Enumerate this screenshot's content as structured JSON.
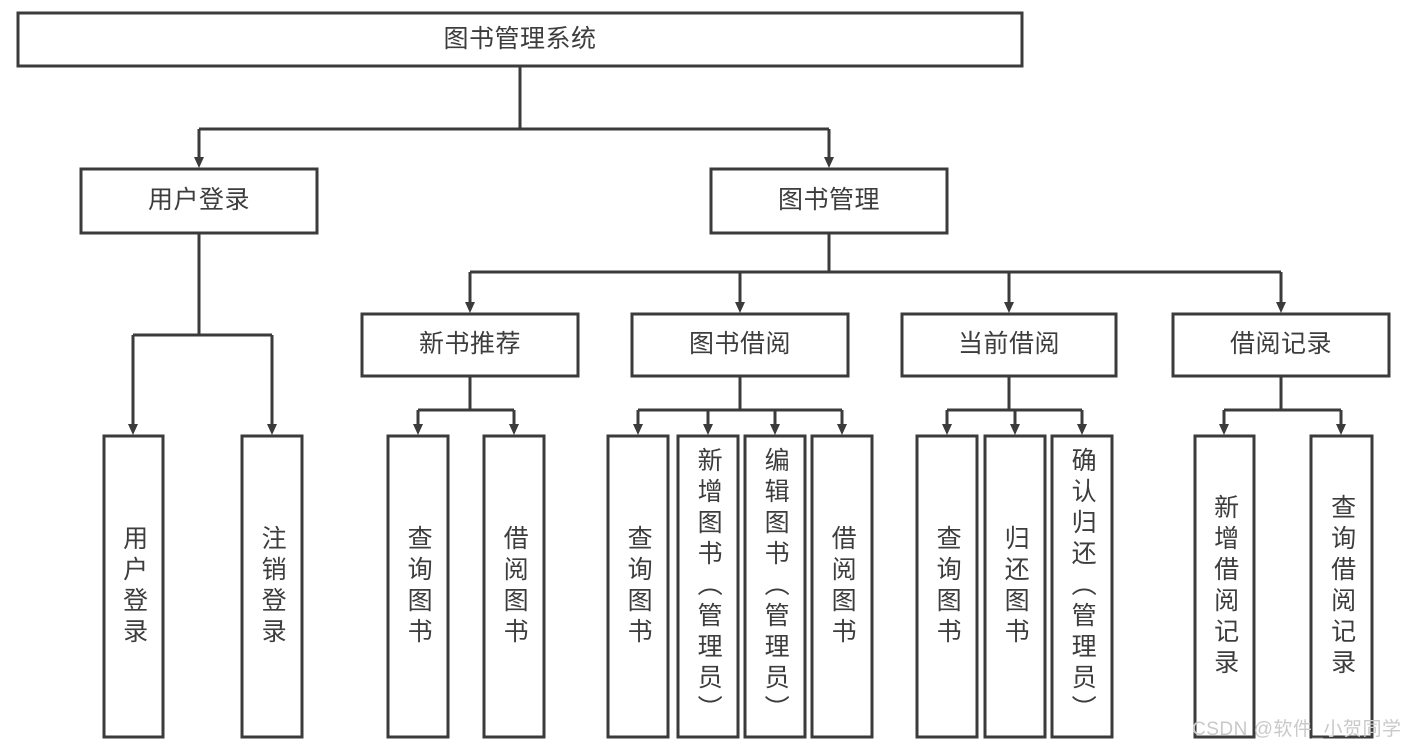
{
  "diagram": {
    "type": "tree-hierarchy",
    "title_node": {
      "id": "root",
      "label": "图书管理系统"
    },
    "level2": [
      {
        "id": "user-login",
        "label": "用户登录"
      },
      {
        "id": "book-management",
        "label": "图书管理"
      }
    ],
    "level3": [
      {
        "id": "new-book-recommend",
        "label": "新书推荐"
      },
      {
        "id": "book-borrow",
        "label": "图书借阅"
      },
      {
        "id": "current-borrow",
        "label": "当前借阅"
      },
      {
        "id": "borrow-record",
        "label": "借阅记录"
      }
    ],
    "leaves": [
      {
        "id": "leaf-user-login",
        "label": "用户登录",
        "parent": "user-login"
      },
      {
        "id": "leaf-logout",
        "label": "注销登录",
        "parent": "user-login"
      },
      {
        "id": "leaf-query-book-1",
        "label": "查询图书",
        "parent": "new-book-recommend"
      },
      {
        "id": "leaf-borrow-book-1",
        "label": "借阅图书",
        "parent": "new-book-recommend"
      },
      {
        "id": "leaf-query-book-2",
        "label": "查询图书",
        "parent": "book-borrow"
      },
      {
        "id": "leaf-add-book",
        "label": "新增图书（管理员）",
        "parent": "book-borrow"
      },
      {
        "id": "leaf-edit-book",
        "label": "编辑图书（管理员）",
        "parent": "book-borrow"
      },
      {
        "id": "leaf-borrow-book-2",
        "label": "借阅图书",
        "parent": "book-borrow"
      },
      {
        "id": "leaf-query-book-3",
        "label": "查询图书",
        "parent": "current-borrow"
      },
      {
        "id": "leaf-return-book",
        "label": "归还图书",
        "parent": "current-borrow"
      },
      {
        "id": "leaf-confirm-return",
        "label": "确认归还（管理员）",
        "parent": "current-borrow"
      },
      {
        "id": "leaf-add-record",
        "label": "新增借阅记录",
        "parent": "borrow-record"
      },
      {
        "id": "leaf-query-record",
        "label": "查询借阅记录",
        "parent": "borrow-record"
      }
    ],
    "colors": {
      "stroke": "#3b3b3b",
      "fill": "#ffffff",
      "text": "#3d3d3d",
      "watermark": "#c9c9c9"
    }
  },
  "watermark": {
    "text": "CSDN @软件_小贺同学"
  }
}
